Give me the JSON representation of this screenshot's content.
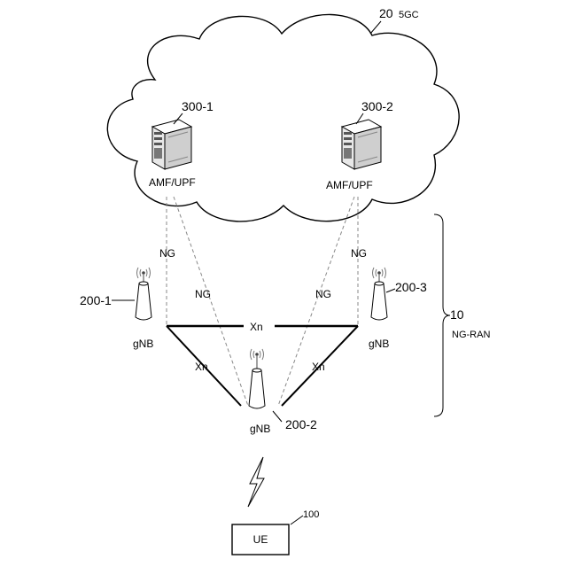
{
  "core_network": {
    "ref": "20",
    "label": "5GC"
  },
  "core_nodes": [
    {
      "ref": "300-1",
      "label": "AMF/UPF"
    },
    {
      "ref": "300-2",
      "label": "AMF/UPF"
    }
  ],
  "ran": {
    "ref": "10",
    "label": "NG-RAN"
  },
  "base_stations": [
    {
      "ref": "200-1",
      "label": "gNB"
    },
    {
      "ref": "200-2",
      "label": "gNB"
    },
    {
      "ref": "200-3",
      "label": "gNB"
    }
  ],
  "interfaces": {
    "ng_left_vertical": "NG",
    "ng_left_diagonal": "NG",
    "ng_right_diagonal": "NG",
    "ng_right_vertical": "NG",
    "xn_top": "Xn",
    "xn_left": "Xn",
    "xn_right": "Xn"
  },
  "ue": {
    "ref": "100",
    "label": "UE"
  }
}
